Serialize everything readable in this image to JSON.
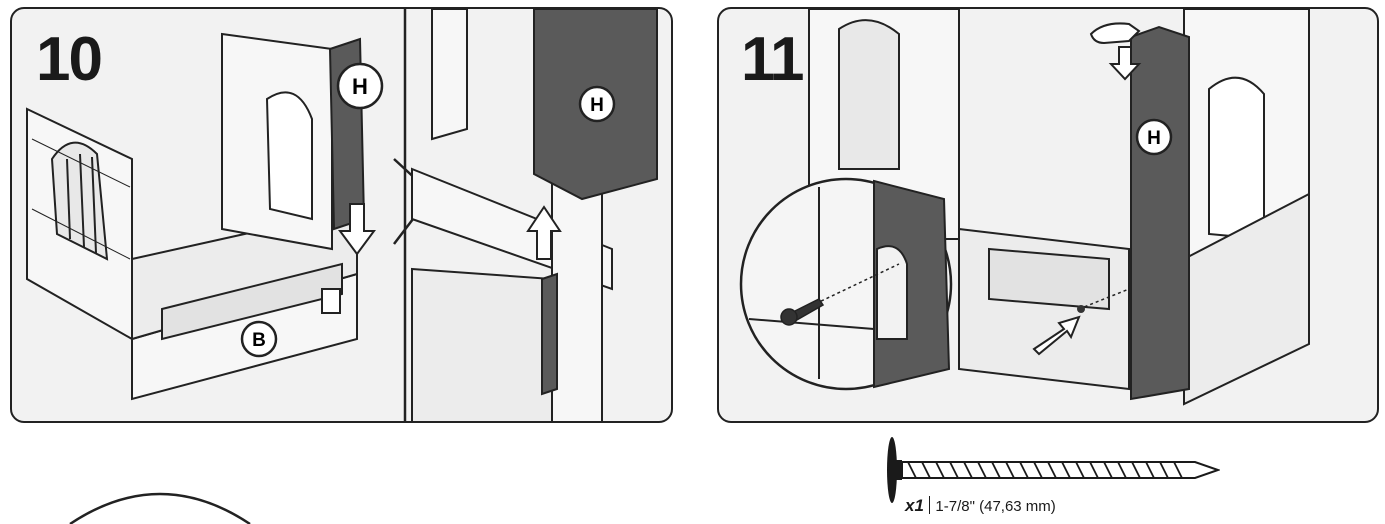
{
  "steps": [
    {
      "number": "10",
      "parts": [
        "H",
        "B"
      ]
    },
    {
      "number": "11",
      "parts": [
        "H"
      ]
    }
  ],
  "hardware": {
    "quantity": "x1",
    "length": "1-7/8\" (47,63 mm)",
    "icon": "screw-icon"
  },
  "colors": {
    "panel_bg": "#f2f2f2",
    "part_dark": "#5a5a5a",
    "outline": "#222222"
  }
}
